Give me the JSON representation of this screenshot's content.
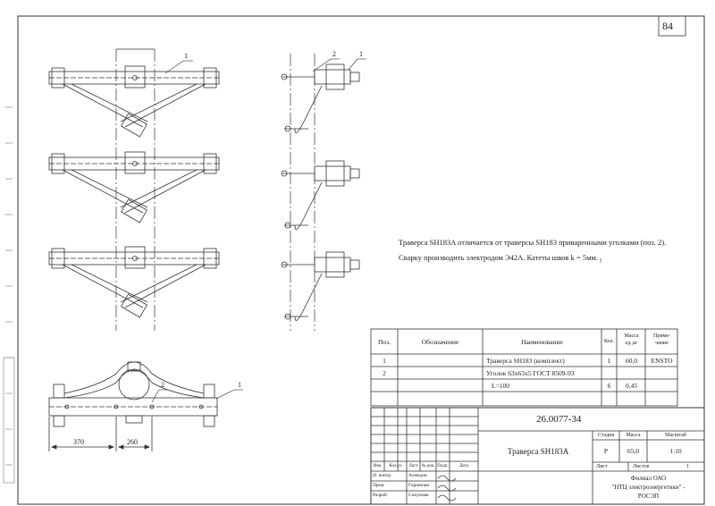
{
  "sheet_number": "84",
  "notes": [
    "Траверса SH183A отличается от траверсы SH183 приваренными уголками (поз. 2).",
    "Сварку производить электродом Э42А. Катеты швов k = 5мм."
  ],
  "notes_subscript": "f",
  "callouts": {
    "p1": "1",
    "p2": "2"
  },
  "dimensions": {
    "d1": "370",
    "d2": "260"
  },
  "spec": {
    "headers": {
      "pos": "Поз.",
      "designation": "Обозначение",
      "name": "Наименование",
      "qty": "Кол.",
      "mass": "Масса ед.,кг",
      "note": "Приме-чание"
    },
    "rows": [
      {
        "pos": "1",
        "designation": "",
        "name": "Траверса SH183 (комплект)",
        "qty": "1",
        "mass": "60,0",
        "note": "ENSTO"
      },
      {
        "pos": "2",
        "designation": "",
        "name": "Уголок 63х63х5 ГОСТ 8509-93",
        "qty": "",
        "mass": "",
        "note": ""
      },
      {
        "pos": "",
        "designation": "",
        "name": "L=100",
        "qty": "6",
        "mass": "0,45",
        "note": ""
      }
    ]
  },
  "stamp": {
    "doc_code": "26.0077-34",
    "title": "Траверса SH183A",
    "stage_label": "Стадия",
    "mass_label": "Масса",
    "scale_label": "Масштаб",
    "stage": "Р",
    "mass": "65,0",
    "scale": "1:10",
    "sheet_label": "Лист",
    "sheets_label": "Листов",
    "sheets": "1",
    "org_line1": "Филиал ОАО",
    "org_line2": "\"НТЦ электроэнергетики\" -",
    "org_line3": "РОСЭП",
    "change_headers": [
      "Изм.",
      "Кол.уч",
      "Лист",
      "№ док.",
      "Подп.",
      "Дата"
    ],
    "signers": [
      {
        "role": "Н. контр.",
        "name": "Ахмедов"
      },
      {
        "role": "Пров.",
        "name": "Горюнова"
      },
      {
        "role": "Разраб.",
        "name": "Сокунова"
      }
    ]
  }
}
